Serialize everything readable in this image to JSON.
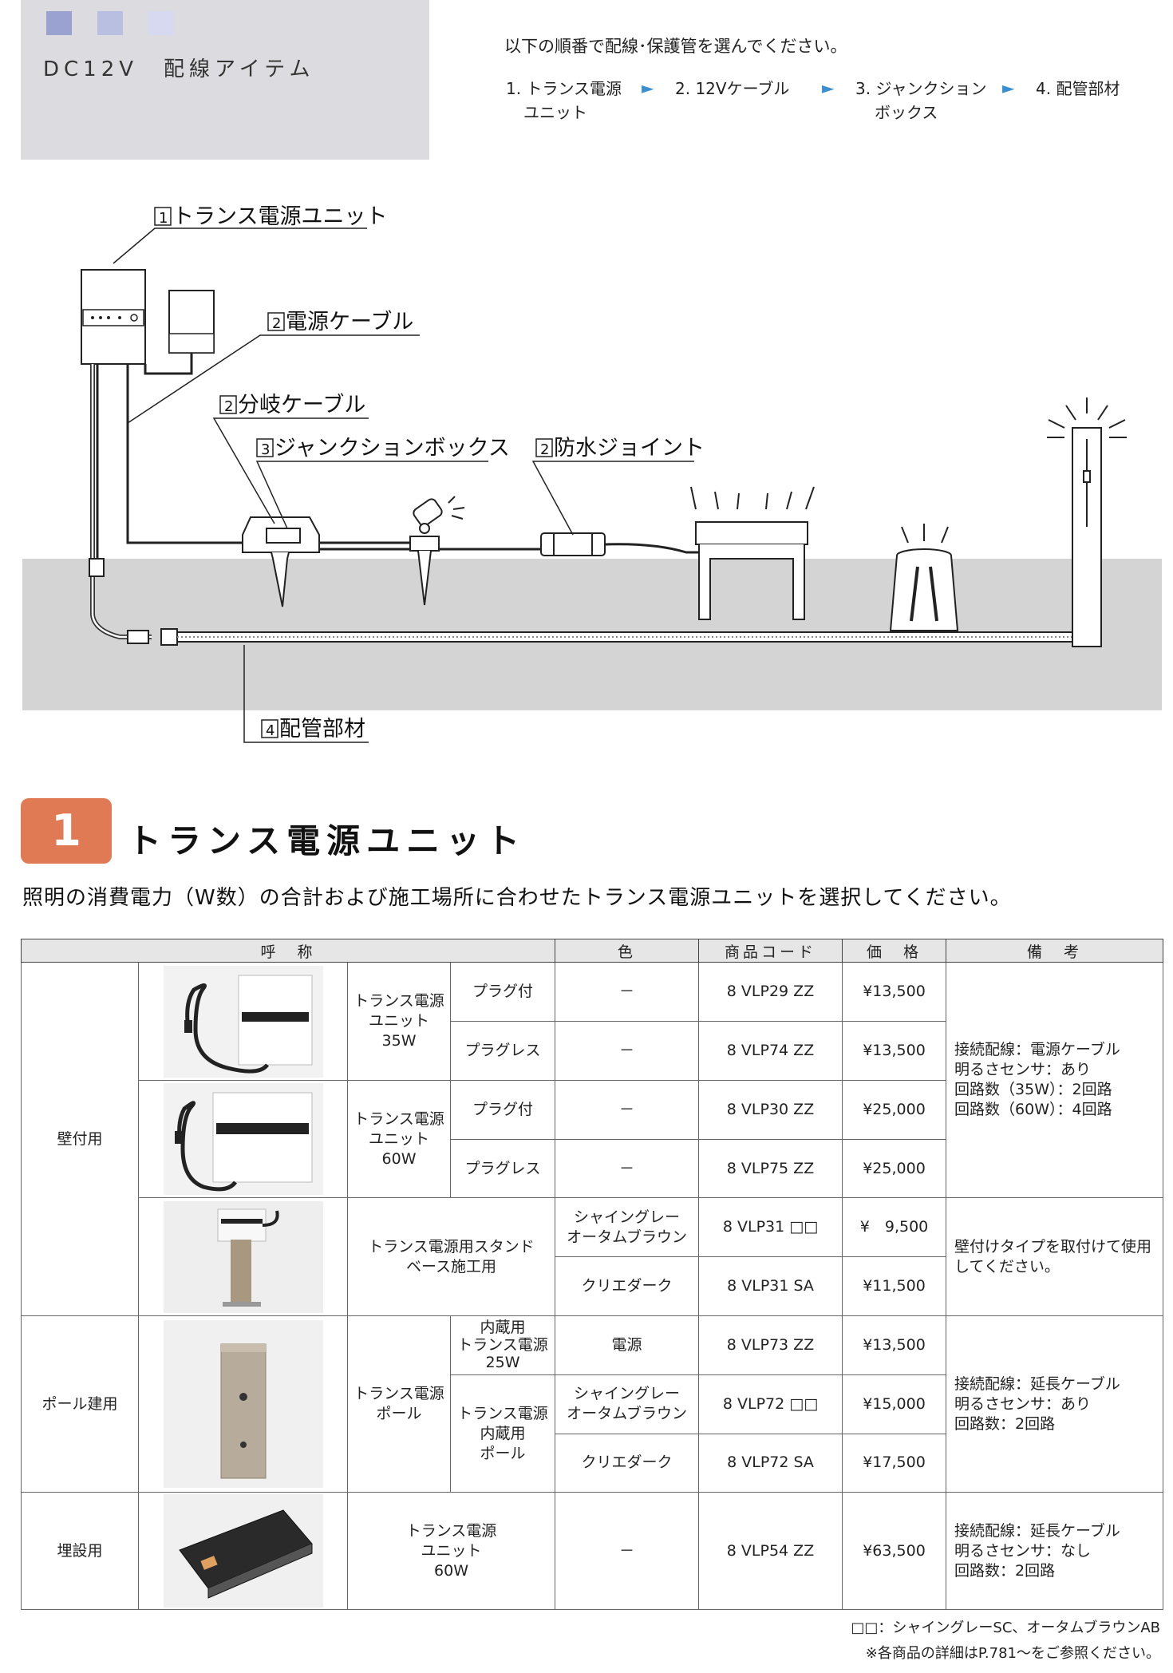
{
  "header": {
    "title": "DC12V　配線アイテム",
    "colors": [
      "#9aa3cf",
      "#b9bfe0",
      "#d6d9ef"
    ]
  },
  "steps": {
    "intro": "以下の順番で配線･保護管を選んでください。",
    "items": [
      {
        "line1": "1. トランス電源",
        "line2": "ユニット"
      },
      {
        "line1": "2. 12Vケーブル",
        "line2": ""
      },
      {
        "line1": "3. ジャンクション",
        "line2": "ボックス"
      },
      {
        "line1": "4. 配管部材",
        "line2": ""
      }
    ],
    "arrow": "►",
    "arrow_color": "#3a8fd0"
  },
  "diagram": {
    "labels": {
      "unit": "トランス電源ユニット",
      "unit_num": "1",
      "power_cable": "電源ケーブル",
      "power_cable_num": "2",
      "branch_cable": "分岐ケーブル",
      "branch_cable_num": "2",
      "junction_box": "ジャンクションボックス",
      "junction_box_num": "3",
      "waterproof_joint": "防水ジョイント",
      "waterproof_joint_num": "2",
      "piping": "配管部材",
      "piping_num": "4"
    }
  },
  "section": {
    "number": "1",
    "title": "トランス電源ユニット",
    "description": "照明の消費電力（W数）の合計および施工場所に合わせたトランス電源ユニットを選択してください。",
    "badge_color": "#e07a55"
  },
  "table": {
    "headers": {
      "name": "呼　称",
      "color": "色",
      "code": "商品コード",
      "price": "価　格",
      "notes": "備　考"
    },
    "groups": {
      "wall": "壁付用",
      "pole": "ポール建用",
      "buried": "埋設用"
    },
    "rows": {
      "u35_name": [
        "トランス電源",
        "ユニット",
        "35W"
      ],
      "u35_plug": "プラグ付",
      "u35_plug_color": "－",
      "u35_plug_code": "8 VLP29 ZZ",
      "u35_plug_price": "¥13,500",
      "u35_plugless": "プラグレス",
      "u35_plugless_color": "－",
      "u35_plugless_code": "8 VLP74 ZZ",
      "u35_plugless_price": "¥13,500",
      "u60_name": [
        "トランス電源",
        "ユニット",
        "60W"
      ],
      "u60_plug": "プラグ付",
      "u60_plug_color": "－",
      "u60_plug_code": "8 VLP30 ZZ",
      "u60_plug_price": "¥25,000",
      "u60_plugless": "プラグレス",
      "u60_plugless_color": "－",
      "u60_plugless_code": "8 VLP75 ZZ",
      "u60_plugless_price": "¥25,000",
      "wall_notes": [
        "接続配線：電源ケーブル",
        "明るさセンサ：あり",
        "回路数（35W）：2回路",
        "回路数（60W）：4回路"
      ],
      "stand_name": [
        "トランス電源用スタンド",
        "ベース施工用"
      ],
      "stand_color1": [
        "シャイングレー",
        "オータムブラウン"
      ],
      "stand_code1": "8 VLP31 □□",
      "stand_price1": "¥　9,500",
      "stand_color2": "クリエダーク",
      "stand_code2": "8 VLP31 SA",
      "stand_price2": "¥11,500",
      "stand_notes": [
        "壁付けタイプを取付けて使用",
        "してください。"
      ],
      "pole_name": [
        "トランス電源",
        "ポール"
      ],
      "pole_builtin": [
        "内蔵用",
        "トランス電源",
        "25W"
      ],
      "pole_builtin_color": "電源",
      "pole_builtin_code": "8 VLP73 ZZ",
      "pole_builtin_price": "¥13,500",
      "pole_pole": [
        "トランス電源",
        "内蔵用",
        "ポール"
      ],
      "pole_color1": [
        "シャイングレー",
        "オータムブラウン"
      ],
      "pole_code1": "8 VLP72 □□",
      "pole_price1": "¥15,000",
      "pole_color2": "クリエダーク",
      "pole_code2": "8 VLP72 SA",
      "pole_price2": "¥17,500",
      "pole_notes": [
        "接続配線：延長ケーブル",
        "明るさセンサ：あり",
        "回路数：2回路"
      ],
      "buried_name": [
        "トランス電源",
        "ユニット",
        "60W"
      ],
      "buried_color": "－",
      "buried_code": "8 VLP54 ZZ",
      "buried_price": "¥63,500",
      "buried_notes": [
        "接続配線：延長ケーブル",
        "明るさセンサ：なし",
        "回路数：2回路"
      ]
    }
  },
  "footnotes": {
    "colors": "□□：シャイングレーSC、オータムブラウンAB",
    "details": "※各商品の詳細はP.781～をご参照ください。"
  }
}
